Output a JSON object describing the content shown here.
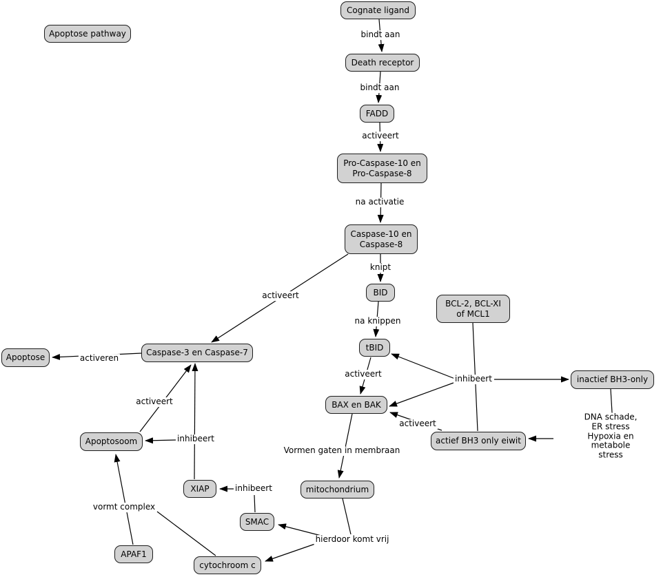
{
  "diagram_title": "Apoptose pathway",
  "colors": {
    "background": "#ffffff",
    "node_fill": "#d2d2d2",
    "node_border": "#1c1c1c",
    "edge_stroke": "#000000",
    "text": "#000000"
  },
  "nodes": {
    "apoptose_pathway": "Apoptose pathway",
    "cognate_ligand": "Cognate ligand",
    "death_receptor": "Death receptor",
    "fadd": "FADD",
    "pro_caspase": "Pro-Caspase-10 en\nPro-Caspase-8",
    "caspase_10_8": "Caspase-10 en\nCaspase-8",
    "bid": "BID",
    "bcl2": "BCL-2, BCL-XI\nof MCL1",
    "tbid": "tBID",
    "caspase_3_7": "Caspase-3 en Caspase-7",
    "apoptose": "Apoptose",
    "inactief_bh3": "inactief BH3-only",
    "bax_bak": "BAX en BAK",
    "actief_bh3": "actief BH3 only eiwit",
    "apoptosoom": "Apoptosoom",
    "xiap": "XIAP",
    "mitochondrium": "mitochondrium",
    "smac": "SMAC",
    "apaf1": "APAF1",
    "cytochroom_c": "cytochroom c"
  },
  "edge_labels": {
    "bindt_aan_1": "bindt aan",
    "bindt_aan_2": "bindt aan",
    "activeert_fadd": "activeert",
    "na_activatie": "na activatie",
    "knipt": "knipt",
    "activeert_casp3": "activeert",
    "na_knippen": "na knippen",
    "activeren": "activeren",
    "activeert_bax": "activeert",
    "inhibeert_bcl2": "inhibeert",
    "activeert_bh3": "activeert",
    "stress": "DNA schade, ER stress\nHypoxia en metabole stress",
    "activeert_apoptosoom": "activeert",
    "inhibeert_xiap": "inhibeert",
    "inhibeert_smac": "inhibeert",
    "vormen_gaten": "Vormen gaten in membraan",
    "hierdoor_komt_vrij": "hierdoor komt vrij",
    "vormt_complex": "vormt complex"
  }
}
